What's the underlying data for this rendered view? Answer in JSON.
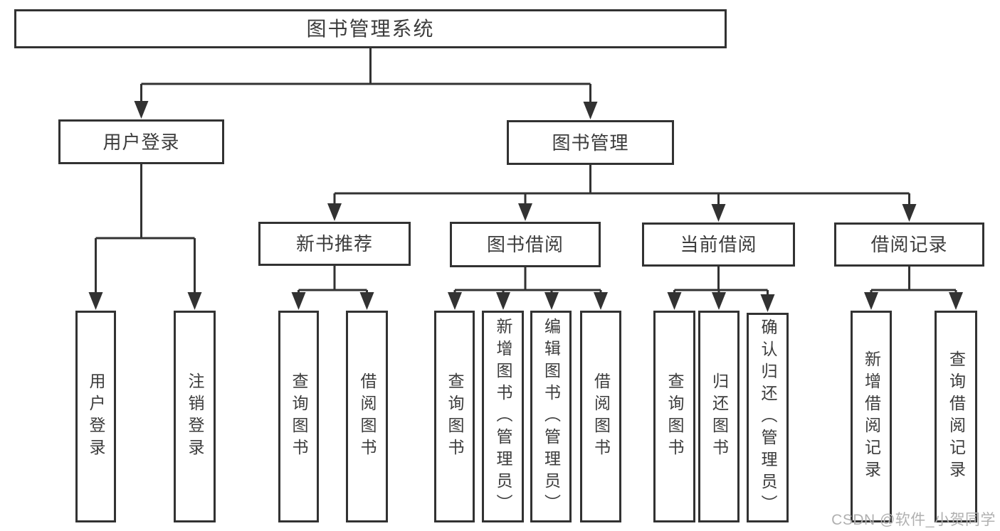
{
  "colors": {
    "line": "#323232",
    "box_border": "#323232",
    "text": "#3c3c3c",
    "watermark_text": "#b0b0b0",
    "background": "#ffffff"
  },
  "nodes": {
    "root": "图书管理系统",
    "userLogin": "用户登录",
    "bookMgmt": "图书管理",
    "newBookRec": "新书推荐",
    "bookBorrow": "图书借阅",
    "currentBorrow": "当前借阅",
    "borrowRecords": "借阅记录",
    "leafUserLogin": "用户登录",
    "leafLogout": "注销登录",
    "nbrQuery": "查询图书",
    "nbrBorrow": "借阅图书",
    "bbQuery": "查询图书",
    "bbAdd": "新增图书（管理员）",
    "bbEdit": "编辑图书（管理员）",
    "bbBorrow": "借阅图书",
    "cbQuery": "查询图书",
    "cbReturn": "归还图书",
    "cbConfirm": "确认归还（管理员）",
    "brAdd": "新增借阅记录",
    "brQuery": "查询借阅记录"
  },
  "structure": {
    "图书管理系统": {
      "用户登录": [
        "用户登录",
        "注销登录"
      ],
      "图书管理": {
        "新书推荐": [
          "查询图书",
          "借阅图书"
        ],
        "图书借阅": [
          "查询图书",
          "新增图书（管理员）",
          "编辑图书（管理员）",
          "借阅图书"
        ],
        "当前借阅": [
          "查询图书",
          "归还图书",
          "确认归还（管理员）"
        ],
        "借阅记录": [
          "新增借阅记录",
          "查询借阅记录"
        ]
      }
    }
  },
  "watermark": "CSDN @软件_小贺同学"
}
